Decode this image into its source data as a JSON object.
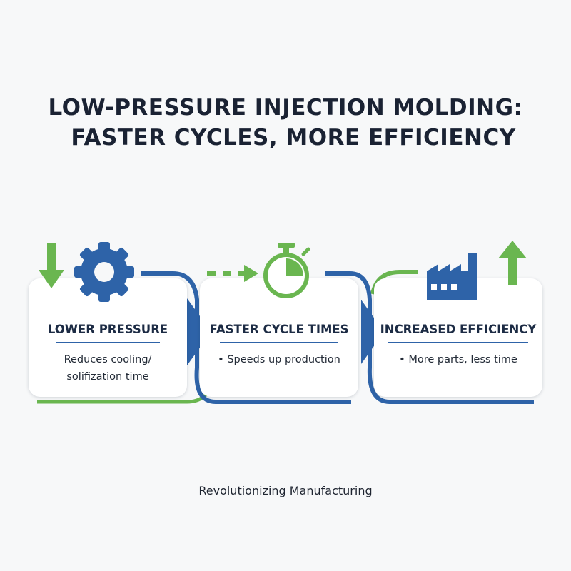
{
  "title": {
    "line1": "LOW-PRESSURE INJECTION MOLDING:",
    "line2": "FASTER CYCLES, MORE EFFICIENCY"
  },
  "steps": [
    {
      "heading": "LOWER PRESSURE",
      "description": "Reduces cooling/\nsolifization time",
      "icons": [
        "arrow-down-icon",
        "gear-icon"
      ]
    },
    {
      "heading": "FASTER CYCLE TIMES",
      "description": "• Speeds up production",
      "icons": [
        "arrow-right-icon",
        "stopwatch-icon"
      ]
    },
    {
      "heading": "INCREASED EFFICIENCY",
      "description": "• More parts, less time",
      "icons": [
        "factory-icon",
        "arrow-up-icon"
      ]
    }
  ],
  "tagline": "Revolutionizing Manufacturing",
  "colors": {
    "blue": "#2e63a8",
    "green": "#6ab650",
    "dark": "#1a2233"
  }
}
